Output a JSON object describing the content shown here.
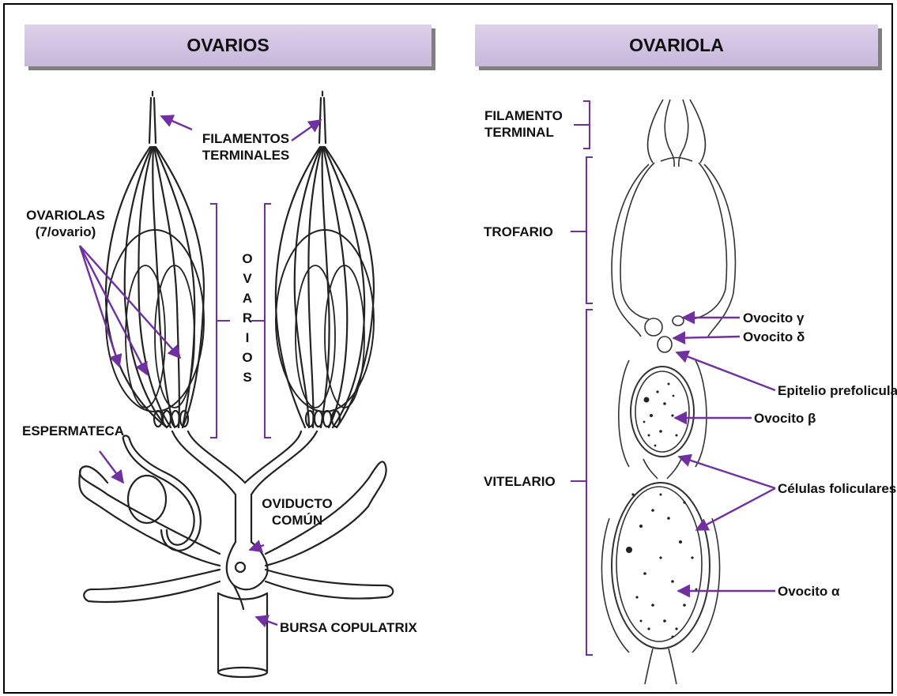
{
  "panels": {
    "left_title": "OVARIOS",
    "right_title": "OVARIOLA"
  },
  "left_labels": {
    "filamentos_1": "FILAMENTOS",
    "filamentos_2": "TERMINALES",
    "ovariolas_1": "OVARIOLAS",
    "ovariolas_2": "(7/ovario)",
    "ovarios_letters": [
      "O",
      "V",
      "A",
      "R",
      "I",
      "O",
      "S"
    ],
    "espermateca": "ESPERMATECA",
    "oviducto_1": "OVIDUCTO",
    "oviducto_2": "COMÚN",
    "bursa": "BURSA COPULATRIX"
  },
  "right_labels": {
    "filamento_1": "FILAMENTO",
    "filamento_2": "TERMINAL",
    "trofario": "TROFARIO",
    "vitelario": "VITELARIO",
    "ovocito_gamma": "Ovocito γ",
    "ovocito_delta": "Ovocito δ",
    "epitelio": "Epitelio prefolicular",
    "ovocito_beta": "Ovocito β",
    "celulas": "Células foliculares",
    "ovocito_alpha": "Ovocito α"
  },
  "colors": {
    "arrow": "#7030a0",
    "header_fill": "#d6c9e5",
    "header_shadow": "#7f7f7f",
    "line": "#222222"
  }
}
